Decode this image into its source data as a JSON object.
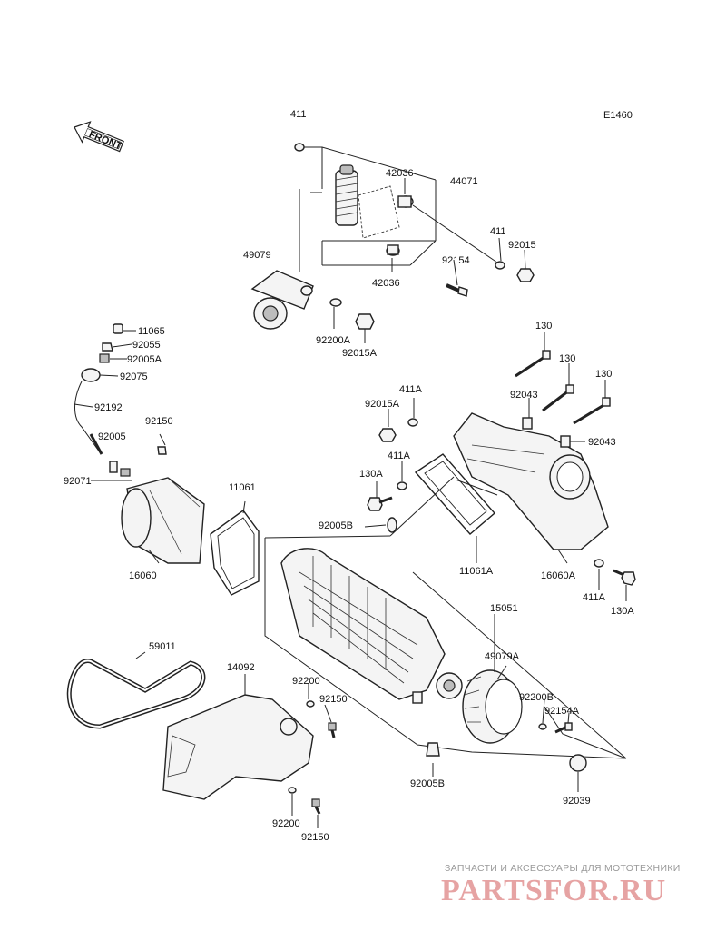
{
  "diagram_code": "E1460",
  "front_label": "FRONT",
  "labels": {
    "p411_top": "411",
    "p42036_a": "42036",
    "p44071": "44071",
    "p411_r": "411",
    "p92015": "92015",
    "p49079": "49079",
    "p92154": "92154",
    "p42036_b": "42036",
    "p92200A": "92200A",
    "p92015A": "92015A",
    "p11065": "11065",
    "p92055": "92055",
    "p92005A": "92005A",
    "p92075": "92075",
    "p92192": "92192",
    "p92150_a": "92150",
    "p92005": "92005",
    "p92071": "92071",
    "p11061": "11061",
    "p16060": "16060",
    "p130_a": "130",
    "p130_b": "130",
    "p130_c": "130",
    "p411A_a": "411A",
    "p92015A_b": "92015A",
    "p92043_a": "92043",
    "p92043_b": "92043",
    "p411A_b": "411A",
    "p130A_a": "130A",
    "p92005B_a": "92005B",
    "p11061A": "11061A",
    "p16060A": "16060A",
    "p411A_c": "411A",
    "p130A_b": "130A",
    "p15051": "15051",
    "p59011": "59011",
    "p14092": "14092",
    "p92200_a": "92200",
    "p92150_b": "92150",
    "p49079A": "49079A",
    "p92200B": "92200B",
    "p92154A": "92154A",
    "p92005B_b": "92005B",
    "p92039": "92039",
    "p92200_b": "92200",
    "p92150_c": "92150"
  },
  "watermark": {
    "tagline": "ЗАПЧАСТИ И АКСЕССУАРЫ ДЛЯ МОТОТЕХНИКИ",
    "brand": "PARTSFOR.RU"
  }
}
